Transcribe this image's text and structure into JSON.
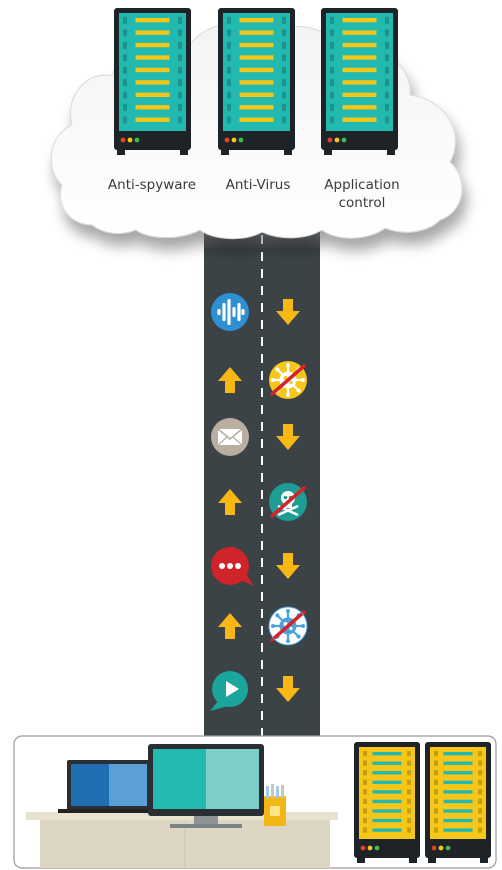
{
  "cloud": {
    "servers": [
      {
        "label_line1": "Anti-spyware",
        "label_line2": ""
      },
      {
        "label_line1": "Anti-Virus",
        "label_line2": ""
      },
      {
        "label_line1": "Application",
        "label_line2": "control"
      }
    ]
  },
  "road": {
    "left_lane": [
      {
        "kind": "audio",
        "icon": "audio-wave-icon"
      },
      {
        "kind": "arrow-up",
        "icon": "arrow-up-icon"
      },
      {
        "kind": "email",
        "icon": "envelope-icon"
      },
      {
        "kind": "arrow-up",
        "icon": "arrow-up-icon"
      },
      {
        "kind": "chat",
        "icon": "chat-bubble-icon"
      },
      {
        "kind": "arrow-up",
        "icon": "arrow-up-icon"
      },
      {
        "kind": "video",
        "icon": "video-play-icon"
      }
    ],
    "right_lane": [
      {
        "kind": "arrow-down",
        "icon": "arrow-down-icon"
      },
      {
        "kind": "blocked-virus",
        "icon": "blocked-virus-yellow-icon"
      },
      {
        "kind": "arrow-down",
        "icon": "arrow-down-icon"
      },
      {
        "kind": "blocked-spyware",
        "icon": "blocked-skull-icon"
      },
      {
        "kind": "arrow-down",
        "icon": "arrow-down-icon"
      },
      {
        "kind": "blocked-virus",
        "icon": "blocked-virus-blue-icon"
      },
      {
        "kind": "arrow-down",
        "icon": "arrow-down-icon"
      }
    ]
  },
  "colors": {
    "road": "#3b4347",
    "arrow": "#f7b816",
    "server_teal": "#21b9b0",
    "server_yellow": "#f6c619",
    "server_frame": "#1d2326",
    "blocked_slash": "#d5222b",
    "audio_blue": "#2e8fd3",
    "email_tan": "#b9aea0",
    "chat_red": "#d0242b",
    "video_teal": "#1aa69c",
    "virus_blue": "#4aa3dc",
    "spyware_teal": "#1d9d94"
  }
}
